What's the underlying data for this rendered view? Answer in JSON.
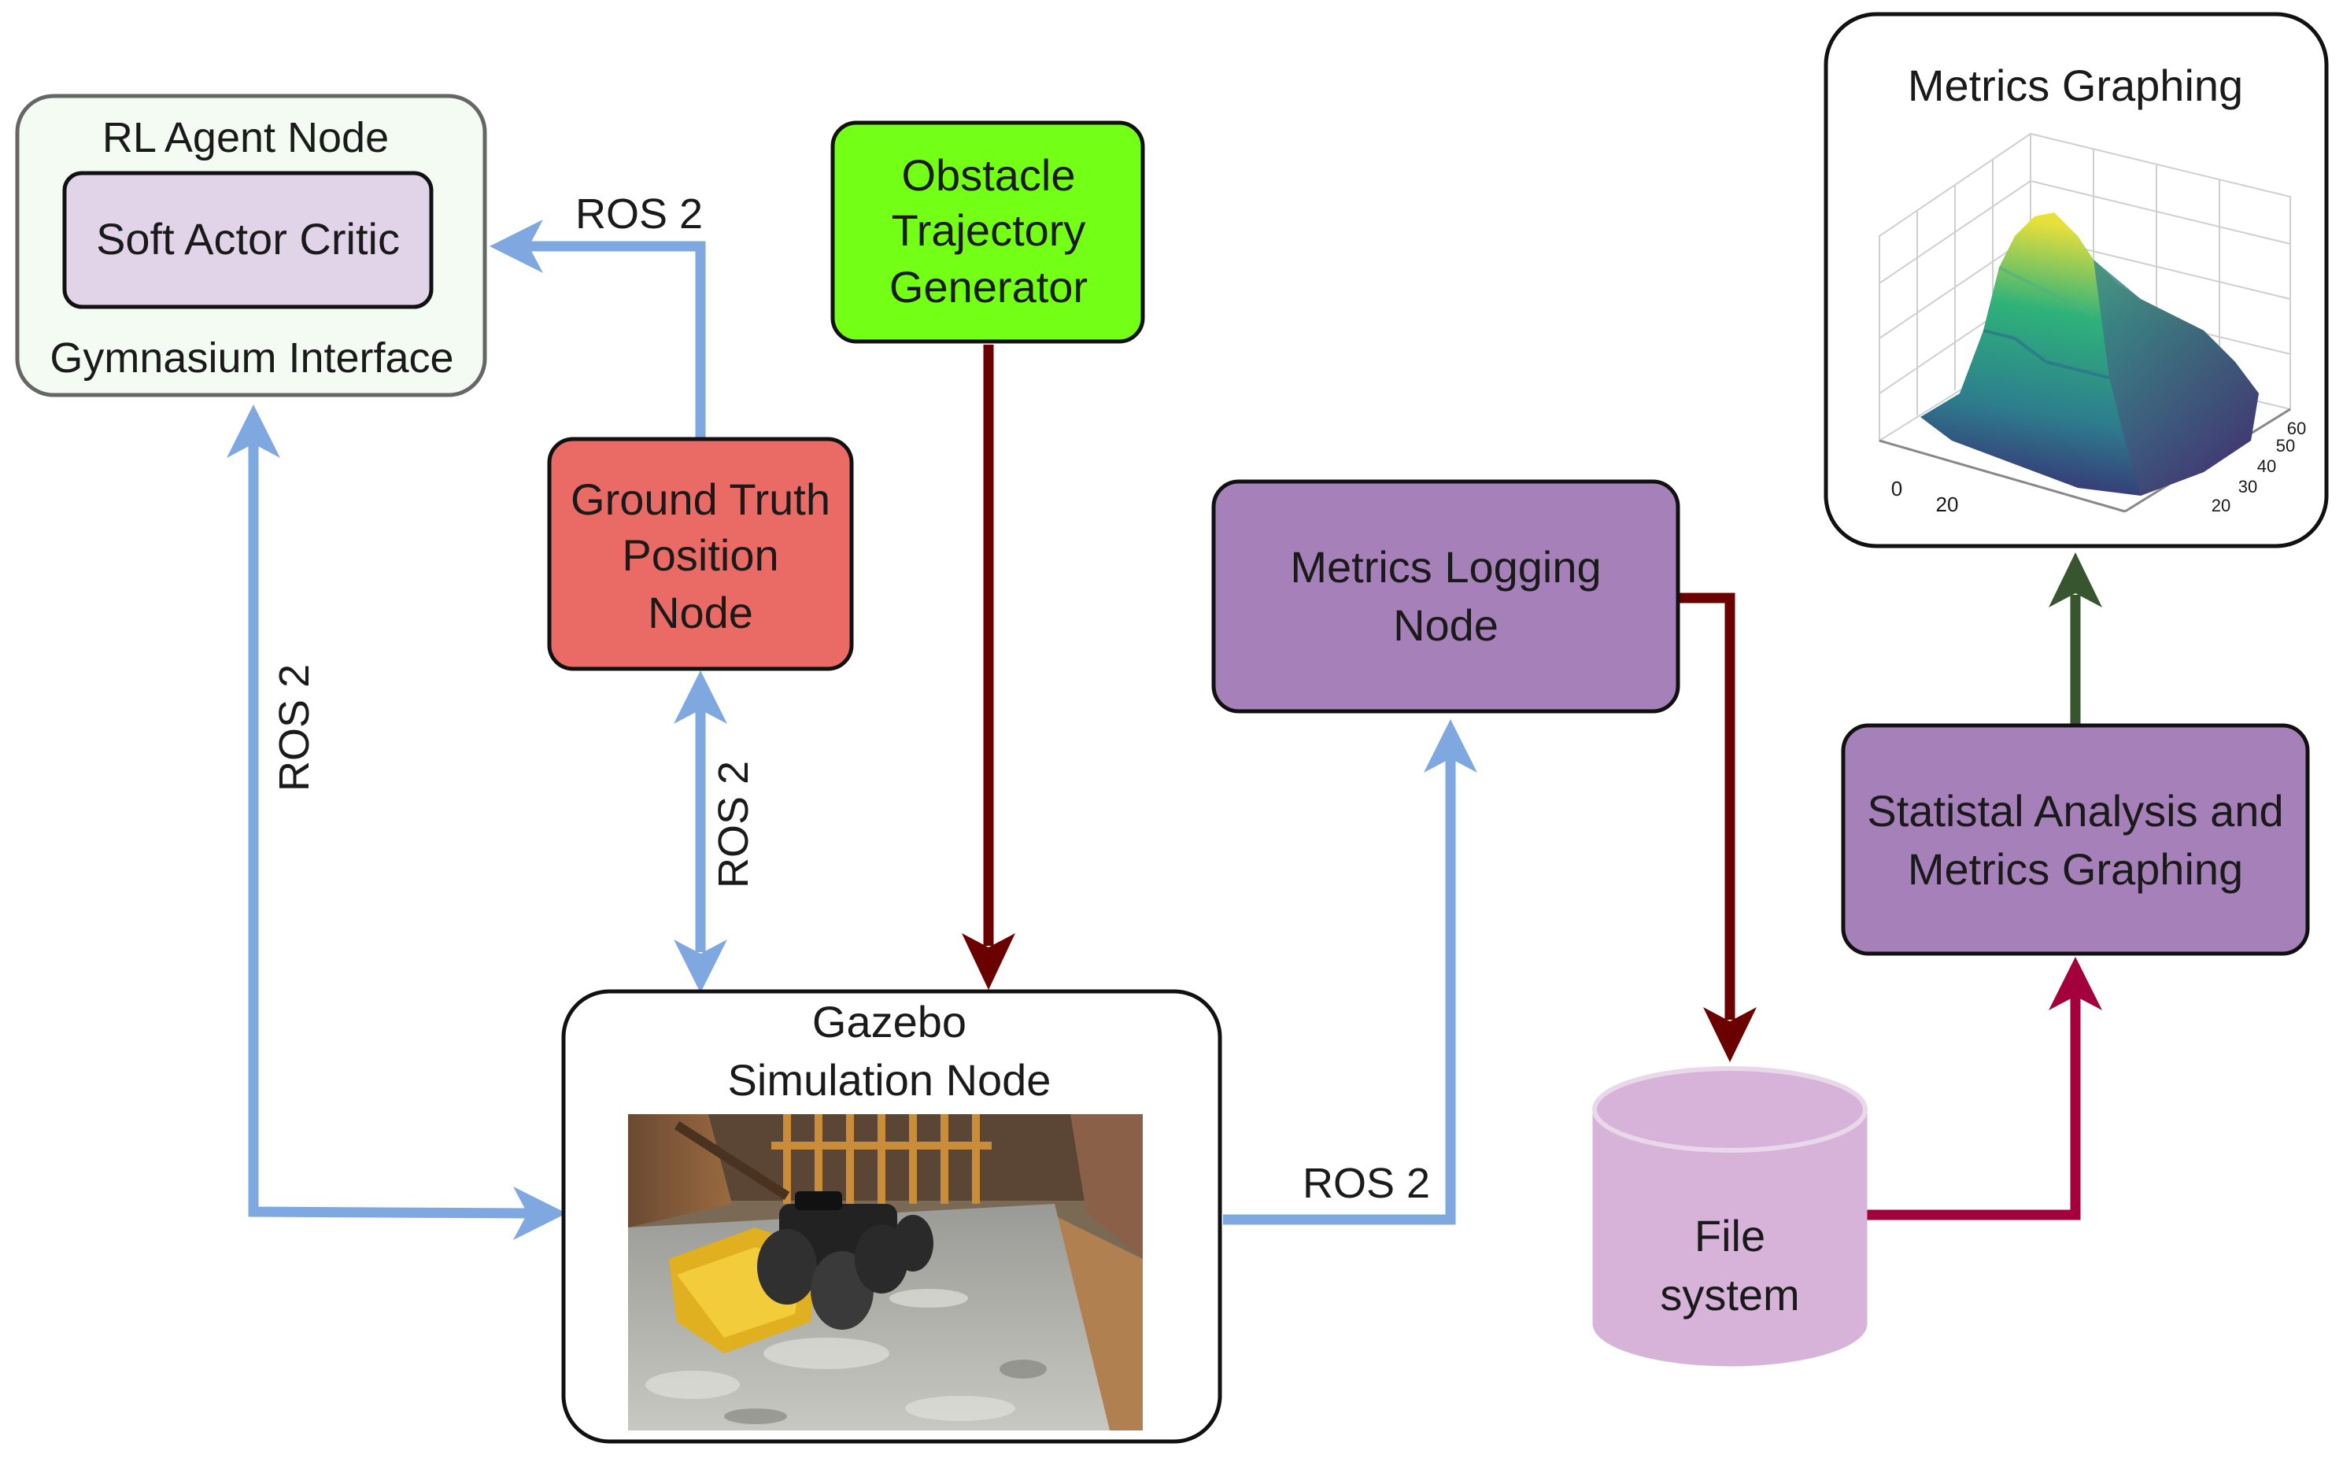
{
  "nodes": {
    "rl_agent": {
      "title": "RL Agent Node",
      "inner": "Soft Actor Critic",
      "footer": "Gymnasium Interface"
    },
    "ground_truth": {
      "lines": [
        "Ground Truth",
        "Position",
        "Node"
      ]
    },
    "obstacle": {
      "lines": [
        "Obstacle",
        "Trajectory",
        "Generator"
      ]
    },
    "gazebo": {
      "lines": [
        "Gazebo",
        "Simulation Node"
      ]
    },
    "metrics_logging": {
      "lines": [
        "Metrics Logging",
        "Node"
      ]
    },
    "file_system": {
      "lines": [
        "File",
        "system"
      ]
    },
    "statistical": {
      "lines": [
        "Statistal Analysis and",
        "Metrics Graphing"
      ]
    },
    "metrics_graphing": {
      "title": "Metrics Graphing",
      "tick_labels": [
        "0",
        "20",
        "60",
        "50",
        "40",
        "30",
        "20"
      ]
    }
  },
  "edges": {
    "gt_to_rl": "ROS 2",
    "rl_gazebo": "ROS 2",
    "gt_gazebo": "ROS 2",
    "gazebo_to_logging": "ROS 2"
  },
  "colors": {
    "ros_arrow": "#80a8e0",
    "darkred_arrow": "#6b0000",
    "crimson_arrow": "#a3003c",
    "green_arrow": "#37552f",
    "rl_fill": "#f3fbf3",
    "rl_inner_fill": "#e2d4e8",
    "gt_fill": "#ea6b66",
    "obstacle_fill": "#74ff17",
    "purple_fill": "#a680b8",
    "file_fill": "#d7b3d9"
  }
}
